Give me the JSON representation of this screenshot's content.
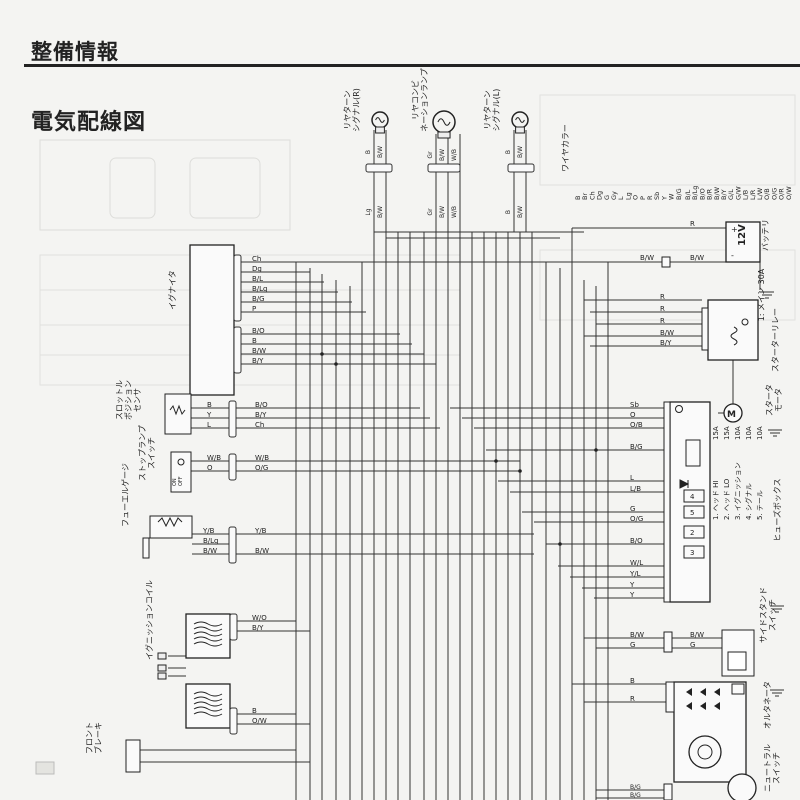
{
  "header": {
    "section_title": "整備情報"
  },
  "diagram": {
    "title": "電気配線図",
    "components": {
      "rear_turn_r": "リヤターン\nシグナル(R)",
      "rear_combo": "リヤコンビ\nネーションランプ",
      "rear_turn_l": "リヤターン\nシグナル(L)",
      "igniter": "イグナイタ",
      "tps": "スロットル\nポジション\nセンサ",
      "stop_sw": "ストップランプ\nスイッチ",
      "fuel_gauge": "フューエルゲージ",
      "ign_coil": "イグニッションコイル",
      "front_brake": "フロント\nブレーキ",
      "battery": "バッテリ",
      "battery_voltage": "12V",
      "starter_relay": "スターターリレー",
      "main_fuse": "1: メイン 30A",
      "starter_motor": "スタータ\nモータ",
      "fuse_box": "ヒューズボックス",
      "side_stand": "サイドスタンド\nスイッチ",
      "alternator": "オルタネータ",
      "neutral_sw": "ニュートラル\nスイッチ"
    },
    "fuses": [
      {
        "name": "1. ヘッド HI",
        "amp": "15A"
      },
      {
        "name": "2. ヘッド LO",
        "amp": "15A"
      },
      {
        "name": "3. イグニッション",
        "amp": "10A"
      },
      {
        "name": "4. シグナル",
        "amp": "10A"
      },
      {
        "name": "5. テール",
        "amp": "10A"
      }
    ],
    "switch_labels": {
      "on": "ON",
      "off": "OFF"
    },
    "wire_color_table": {
      "title": "ワイヤカラー",
      "codes": [
        "B",
        "Br",
        "Ch",
        "Dg",
        "G",
        "Gy",
        "L",
        "Lg",
        "O",
        "P",
        "R",
        "Sb",
        "Y",
        "W",
        "B/G",
        "B/L",
        "B/Lg",
        "B/O",
        "B/R",
        "B/W",
        "B/Y",
        "G/L",
        "G/W",
        "L/B",
        "L/R",
        "L/W",
        "O/B",
        "O/G",
        "O/R",
        "O/W"
      ]
    },
    "wire_labels": {
      "turn_r": [
        "B",
        "B/W"
      ],
      "combo": [
        "Gr",
        "B/W",
        "W/B"
      ],
      "turn_l": [
        "B",
        "B/W"
      ],
      "turn_r_lower": [
        "Lg",
        "B/W"
      ],
      "combo_lower": [
        "Gr",
        "B/W",
        "W/B"
      ],
      "turn_l_lower": [
        "B",
        "B/W"
      ],
      "igniter_upper": [
        "Ch",
        "Dg",
        "B/L",
        "B/Lg",
        "B/G",
        "P"
      ],
      "igniter_lower": [
        "B/O",
        "B",
        "B/W",
        "B/Y"
      ],
      "tps": [
        "B",
        "Y",
        "L"
      ],
      "tps_right": [
        "B/O",
        "B/Y",
        "Ch"
      ],
      "stop": [
        "W/B",
        "O"
      ],
      "stop_right": [
        "W/B",
        "O/G"
      ],
      "fuel": [
        "Y/B",
        "B/Lg",
        "B/W"
      ],
      "fuel_right": [
        "Y/B",
        "B/W"
      ],
      "coil": [
        "W/O",
        "B/Y",
        "B",
        "O/W"
      ],
      "battery": "R",
      "battery_neg": "B/W",
      "relay": [
        "R",
        "R",
        "R",
        "B/W",
        "B/Y"
      ],
      "fuse_left": [
        "Sb",
        "O",
        "O/B",
        "B/G",
        "L",
        "L/B",
        "G",
        "O/G",
        "B/O",
        "W/L",
        "Y/L",
        "Y",
        "Y"
      ],
      "side_stand": [
        "B/W",
        "G"
      ],
      "alternator": [
        "B",
        "R"
      ],
      "neutral": [
        "B/G",
        "B/G"
      ]
    }
  }
}
